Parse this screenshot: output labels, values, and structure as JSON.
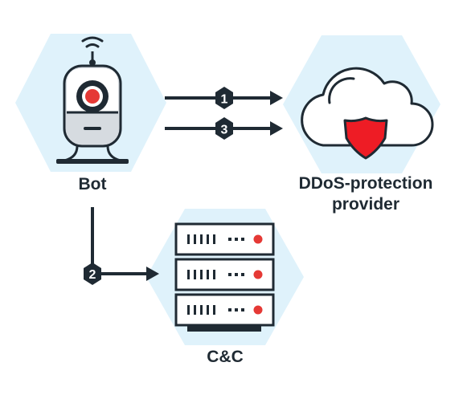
{
  "nodes": {
    "bot": {
      "label": "Bot"
    },
    "ddos": {
      "label_line1": "DDoS-protection",
      "label_line2": "provider"
    },
    "cc": {
      "label": "C&C"
    }
  },
  "edges": [
    {
      "step": "1",
      "from": "bot",
      "to": "ddos"
    },
    {
      "step": "2",
      "from": "bot",
      "to": "cc"
    },
    {
      "step": "3",
      "from": "bot",
      "to": "ddos"
    }
  ],
  "colors": {
    "background_hex": "#dff2fb",
    "outline": "#1f2a33",
    "accent_red": "#e53935",
    "shield_red": "#ee1c25",
    "camera_body": "#d6dbe0",
    "badge_fill": "#1f2a33",
    "badge_text": "#ffffff"
  },
  "icons": {
    "bot": "security-camera-icon",
    "ddos": "cloud-shield-icon",
    "cc": "server-rack-icon"
  }
}
